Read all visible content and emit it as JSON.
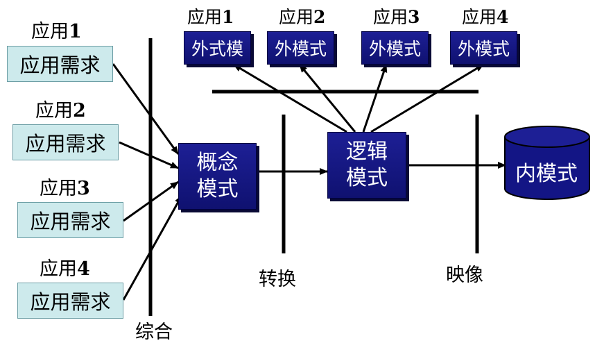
{
  "left_apps": [
    {
      "label": "应用",
      "num": "1",
      "box": "应用需求"
    },
    {
      "label": "应用",
      "num": "2",
      "box": "应用需求"
    },
    {
      "label": "应用",
      "num": "3",
      "box": "应用需求"
    },
    {
      "label": "应用",
      "num": "4",
      "box": "应用需求"
    }
  ],
  "top_apps": [
    {
      "label": "应用",
      "num": "1",
      "box": "外式模"
    },
    {
      "label": "应用",
      "num": "2",
      "box": "外模式"
    },
    {
      "label": "应用",
      "num": "3",
      "box": "外模式"
    },
    {
      "label": "应用",
      "num": "4",
      "box": "外模式"
    }
  ],
  "conceptual": {
    "line1": "概念",
    "line2": "模式"
  },
  "logical": {
    "line1": "逻辑",
    "line2": "模式"
  },
  "internal": "内模式",
  "captions": {
    "integrate": "综合",
    "transform": "转换",
    "mapping": "映像"
  },
  "colors": {
    "dark_box": "#131585",
    "req_box": "#cdeaec"
  }
}
